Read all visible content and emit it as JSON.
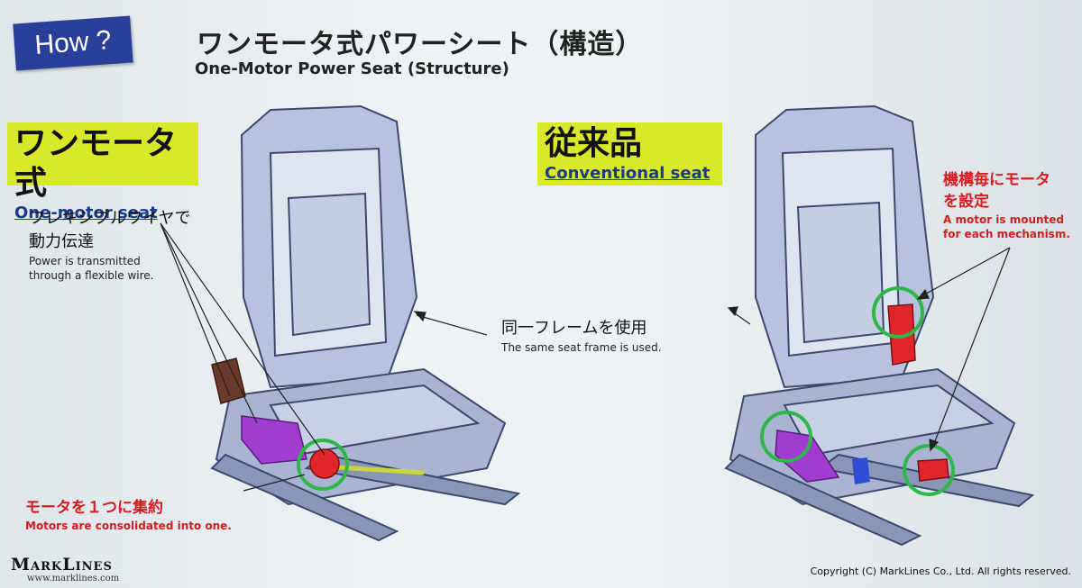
{
  "header": {
    "tag": "How ?",
    "title_jp": "ワンモータ式パワーシート（構造）",
    "title_en": "One-Motor Power Seat (Structure)"
  },
  "left_label": {
    "jp": "ワンモータ式",
    "en": "One-motor seat"
  },
  "right_label": {
    "jp": "従来品",
    "en": "Conventional seat"
  },
  "flex_note": {
    "jp_line1": "フレキシブルワイヤで",
    "jp_line2": "動力伝達",
    "en_line1": "Power is transmitted",
    "en_line2": "through a flexible wire."
  },
  "frame_note": {
    "jp": "同一フレームを使用",
    "en": "The same seat frame is used."
  },
  "motor_each_note": {
    "jp_line1": "機構毎にモータ",
    "jp_line2": "を設定",
    "en_line1": "A motor is mounted",
    "en_line2": "for each mechanism."
  },
  "consolidated_note": {
    "jp": "モータを１つに集約",
    "en": "Motors are consolidated into one."
  },
  "footer": {
    "logo": "MarkLines",
    "logo_url": "www.marklines.com",
    "copyright": "Copyright (C) MarkLines Co., Ltd. All rights reserved."
  },
  "colors": {
    "tag_bg": "#2a3f9a",
    "label_bg": "#d9e82a",
    "label_en": "#1a3a8a",
    "red_text": "#d21e1e",
    "highlight_circle": "#2fb84a",
    "frame_stroke": "#3c4a6e",
    "frame_fill": "#aab6d6",
    "motor_purple": "#a03ccf",
    "motor_red": "#e0262b"
  }
}
